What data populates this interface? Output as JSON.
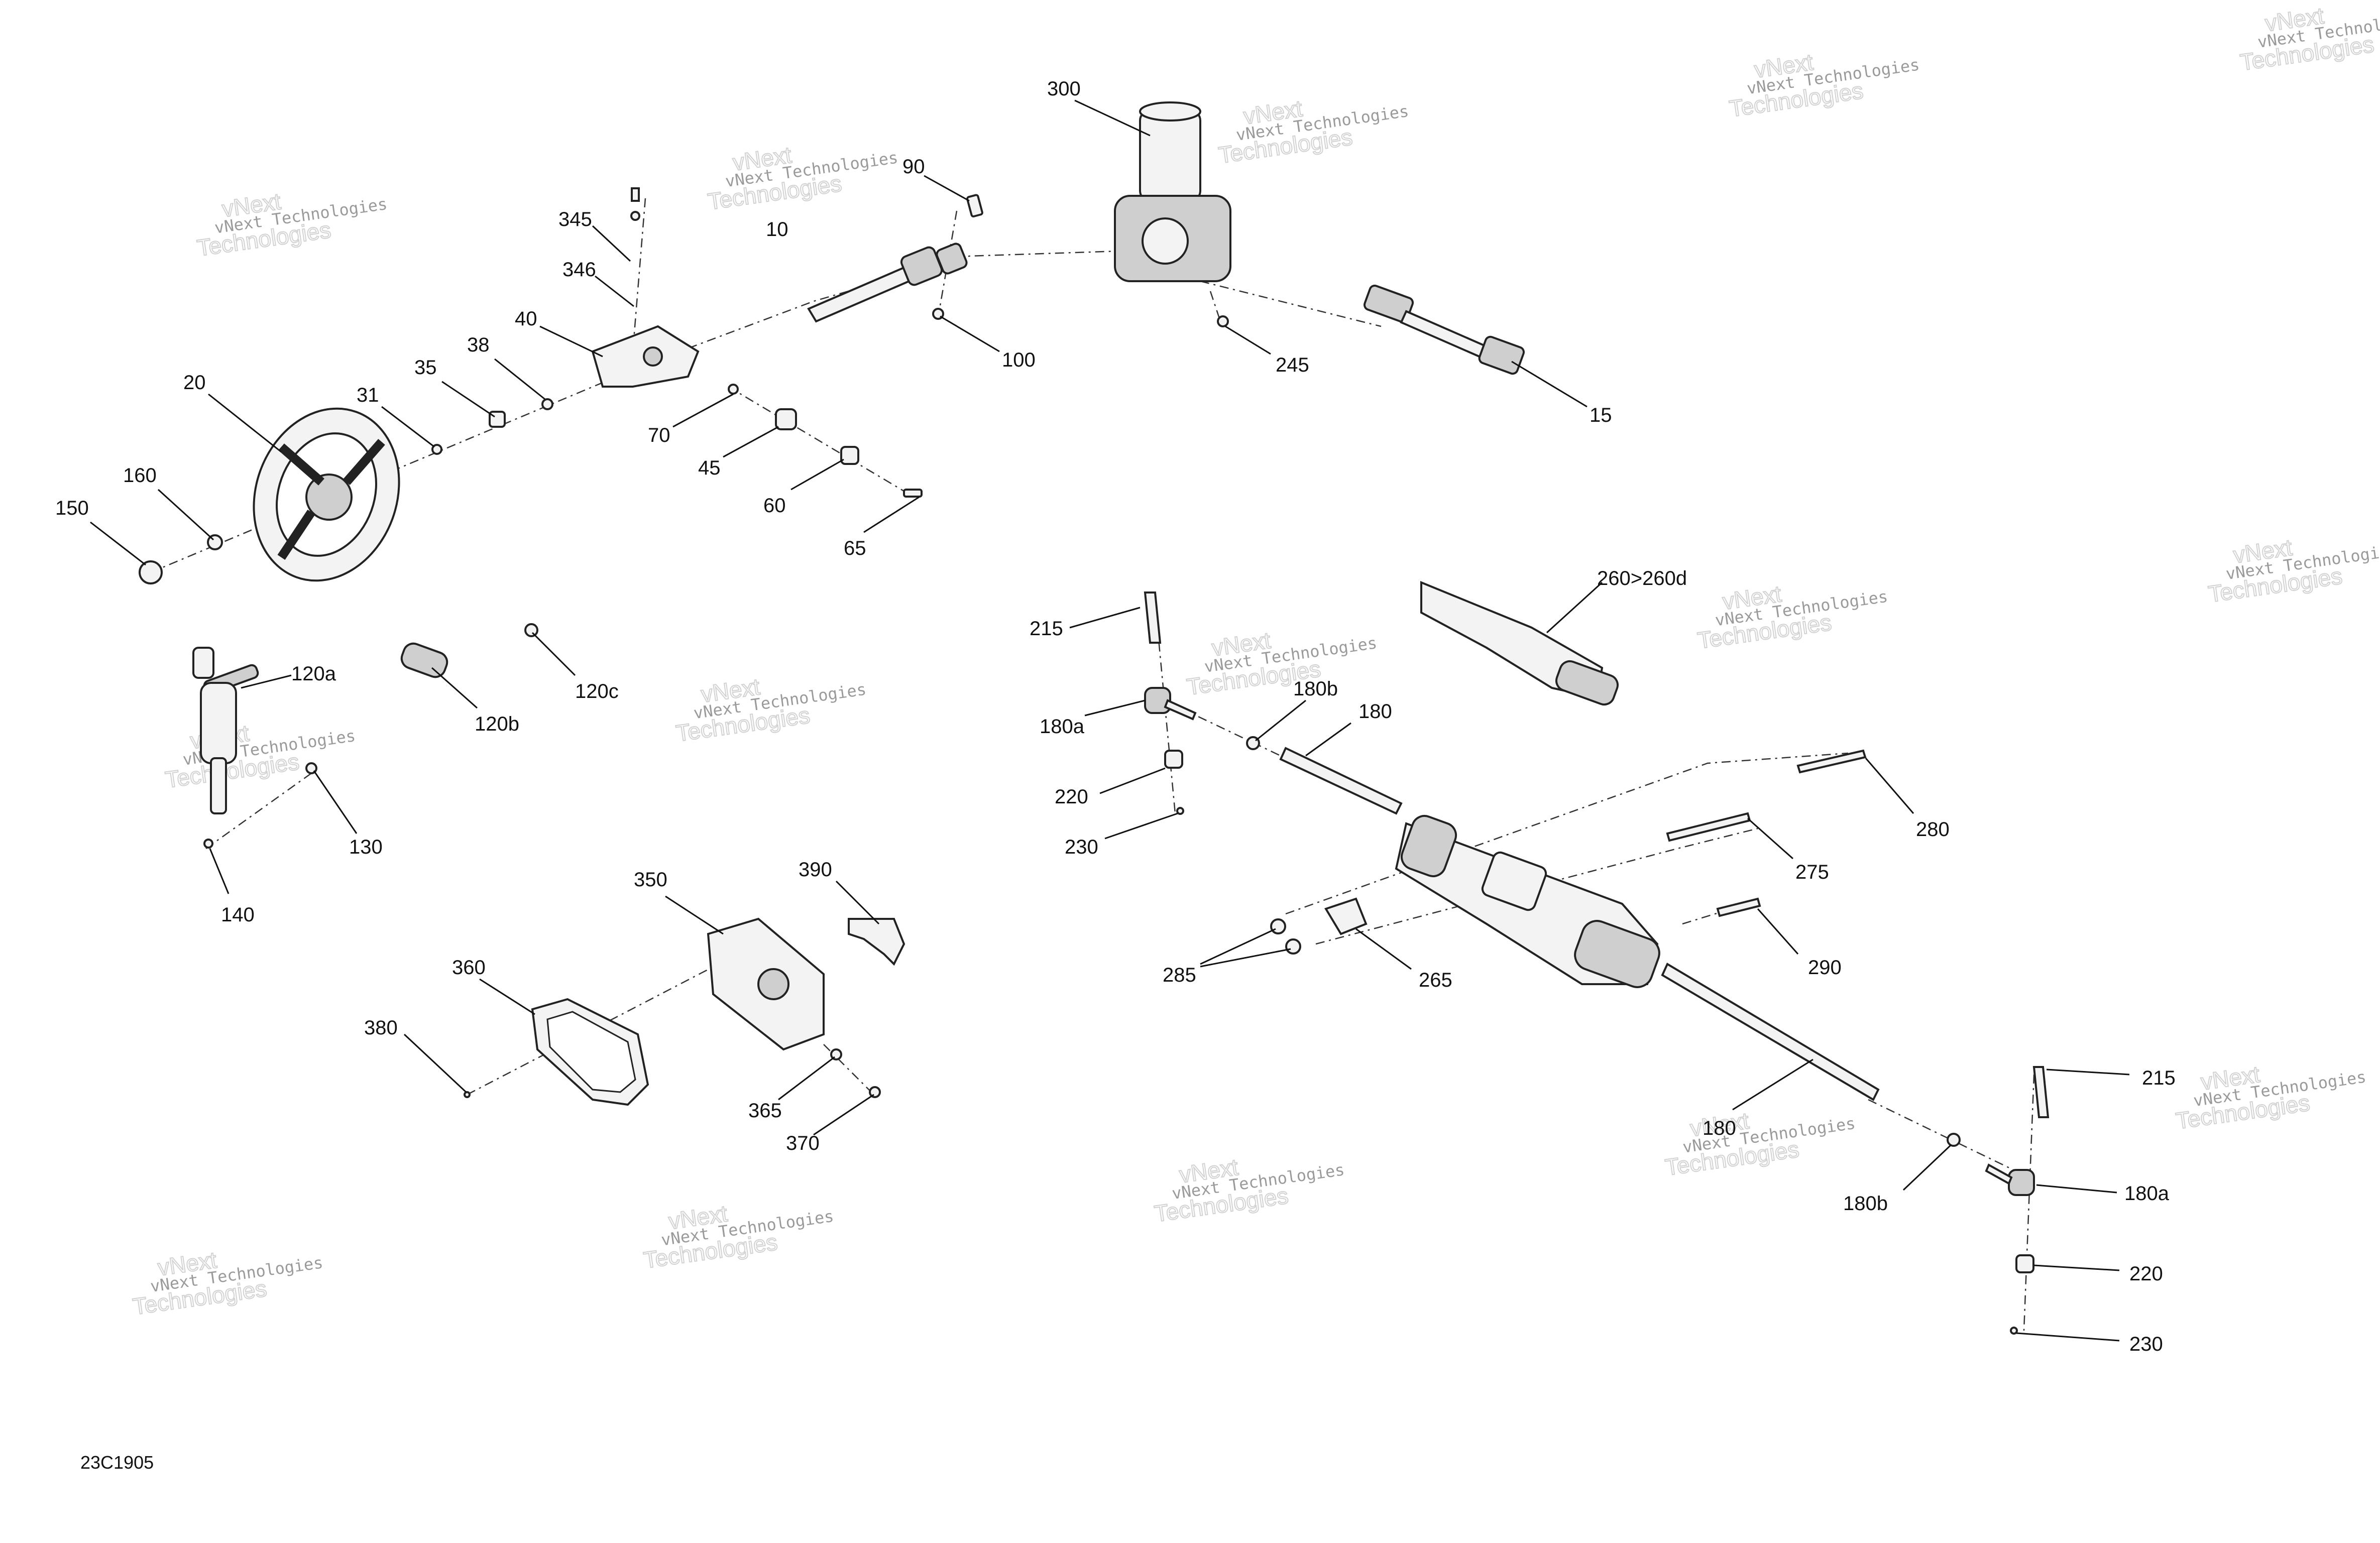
{
  "diagram_code": "23C1905",
  "watermark": {
    "small": "vNext Technologies",
    "large_top": "vNext",
    "large_bottom": "Technologies"
  },
  "callouts": {
    "c300": "300",
    "c90": "90",
    "c10": "10",
    "c345": "345",
    "c346": "346",
    "c40": "40",
    "c38": "38",
    "c35": "35",
    "c31": "31",
    "c20": "20",
    "c160": "160",
    "c150": "150",
    "c70": "70",
    "c45": "45",
    "c60": "60",
    "c65": "65",
    "c100": "100",
    "c245": "245",
    "c15": "15",
    "c120a": "120a",
    "c120b": "120b",
    "c120c": "120c",
    "c130": "130",
    "c140": "140",
    "c260": "260>260d",
    "c215a": "215",
    "c180b_a": "180b",
    "c180_a": "180",
    "c180a_a": "180a",
    "c220_a": "220",
    "c230_a": "230",
    "c280": "280",
    "c275": "275",
    "c290": "290",
    "c285": "285",
    "c265": "265",
    "c180_b": "180",
    "c215_b": "215",
    "c180a_b": "180a",
    "c180b_b": "180b",
    "c220_b": "220",
    "c230_b": "230",
    "c350": "350",
    "c390": "390",
    "c360": "360",
    "c380": "380",
    "c365": "365",
    "c370": "370"
  }
}
